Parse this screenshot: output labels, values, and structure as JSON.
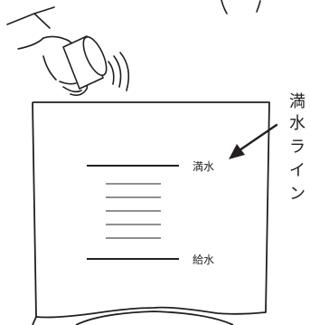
{
  "labels": {
    "full_mark": "満水",
    "supply_mark": "給水",
    "callout": [
      "満",
      "水",
      "ラ",
      "イ",
      "ン"
    ]
  },
  "colors": {
    "stroke": "#231f20",
    "background": "#ffffff"
  },
  "icons": [
    "hand-icon",
    "cup-icon",
    "sound-waves-icon"
  ]
}
